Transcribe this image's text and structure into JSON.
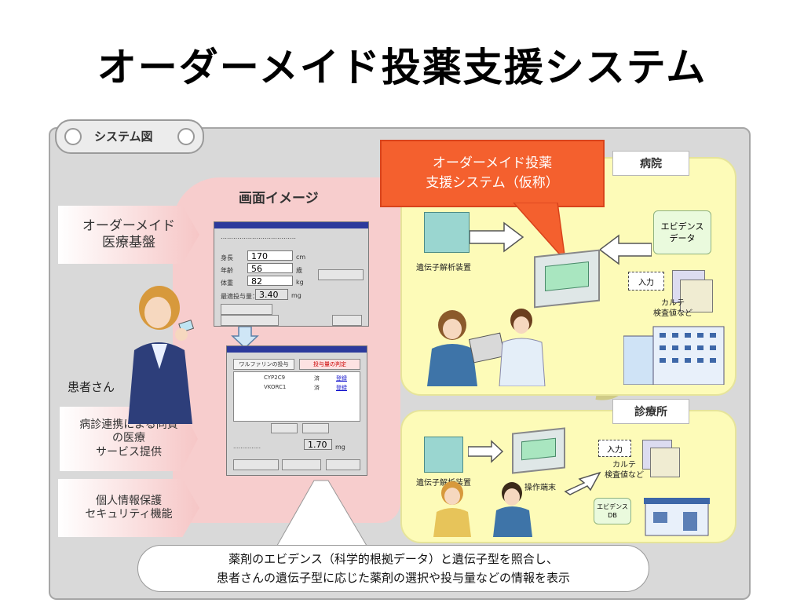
{
  "title": "オーダーメイド投薬支援システム",
  "system_tab": "システム図",
  "screen_image_label": "画面イメージ",
  "left_boxes": {
    "order_made": "オーダーメイド\n医療基盤",
    "patient": "患者さん",
    "collab": "病診連携による同質\nの医療\nサービス提供",
    "security": "個人情報保護\nセキュリティ機能"
  },
  "callout": {
    "line1": "オーダーメイド投薬",
    "line2": "支援システム（仮称）"
  },
  "hospital": {
    "label": "病院",
    "gene_device": "遺伝子解析装置",
    "evidence": "エビデンス\nデータ",
    "input": "入力",
    "chart": "カルテ\n検査値など"
  },
  "clinic": {
    "label": "診療所",
    "gene_device": "遺伝子解析装置",
    "terminal": "操作端末",
    "input": "入力",
    "chart": "カルテ\n検査値など",
    "evidence": "エビデンス\nDB"
  },
  "window1": {
    "fields": [
      {
        "label": "身長",
        "value": "170",
        "unit": "cm"
      },
      {
        "label": "年齢",
        "value": "56",
        "unit": "歳"
      },
      {
        "label": "体重",
        "value": "82",
        "unit": "kg"
      }
    ],
    "dose_label": "最適投与量：",
    "dose_value": "3.40",
    "dose_unit": "mg"
  },
  "window2": {
    "btn_left": "ワルファリンの投与",
    "btn_right": "投与量の判定",
    "result_value": "1.70",
    "result_unit": "mg",
    "rows": [
      "CYP2C9",
      "VKORC1"
    ],
    "row_status": [
      "済",
      "済"
    ],
    "row_link": [
      "登録",
      "登録"
    ]
  },
  "bottom_bubble": {
    "line1": "薬剤のエビデンス（科学的根拠データ）と遺伝子型を照合し、",
    "line2": "患者さんの遺伝子型に応じた薬剤の選択や投与量などの情報を表示"
  },
  "colors": {
    "callout": "#f4602e",
    "pink": "#f7cdcd",
    "yellow": "#fdfbb8",
    "frame": "#d9d9d9"
  }
}
